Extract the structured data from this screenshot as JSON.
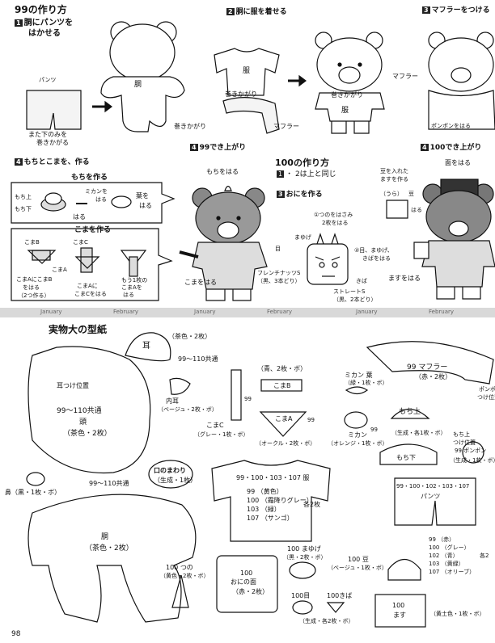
{
  "page_number": "98",
  "sec99": {
    "title": "99の作り方",
    "s1n": "1",
    "s1a": "胴にパンツを",
    "s1b": "はかせる",
    "s2n": "2",
    "s2": "胴に服を着せる",
    "s3n": "3",
    "s3": "マフラーをつける"
  },
  "labels": {
    "pants": "パンツ",
    "body": "胴",
    "fold1": "巻きかがり",
    "crotch1": "また下のみを",
    "crotch2": "巻きかがる",
    "fold2": "巻きかがり",
    "clothes": "服",
    "fold3": "巻きかがり",
    "muffler": "マフラー",
    "fold4": "巻きかがり",
    "clothes2": "服",
    "muffler2": "マフラー",
    "pompom": "ポンポンをはる"
  },
  "sec4": {
    "n": "4",
    "title": "もちとこまを、作る",
    "done99n": "4",
    "done99": "99でき上がり",
    "mochi_box": "もちを作る",
    "mochi_top": "もち上",
    "mochi_bot": "もち下",
    "paste1": "はる",
    "mikan": "ミカンを",
    "mikan2": "はる",
    "leaf": "葉を",
    "leaf2": "はる",
    "koma_box": "こまを作る",
    "komaB": "こまB",
    "komaC": "こまC",
    "komaA": "こまA",
    "komaAB1": "こまAにこまB",
    "komaAB2": "をはる",
    "komaAB3": "（2つ作る）",
    "komaA2a": "こまAに",
    "komaA2b": "こまCをはる",
    "koma3a": "もう1枚の",
    "koma3b": "こまAを",
    "koma3c": "はる",
    "mochi_paste": "もちをはる",
    "koma_paste": "こまをはる"
  },
  "sec100": {
    "title": "100の作り方",
    "n1": "1",
    "n2": "2",
    "same": "・ 2は上と同じ",
    "n3": "3",
    "oni": "おにを作る",
    "horn1": "①つのをはさみ",
    "horn2": "2枚をはる",
    "mayuge": "まゆげ",
    "me": "目",
    "french1": "フレンチナッツS",
    "french2": "（黒、3本どり）",
    "eye2a": "②目、まゆげ、",
    "eye2b": "きばをはる",
    "kiba": "きば",
    "straight1": "ストレートS",
    "straight2": "（黒、2本どり）",
    "done100n": "4",
    "done100": "100でき上がり",
    "mask": "面をはる",
    "bean1": "豆を入れた",
    "bean2": "ますを作る",
    "ura": "（うら）",
    "mame": "豆",
    "haru": "はる",
    "masu_paste": "ますをはる"
  },
  "band": {
    "words": [
      "January",
      "February",
      "January",
      "February",
      "January",
      "February"
    ]
  },
  "pattern": {
    "title": "実物大の型紙",
    "ear": "耳",
    "ear_note": "（茶色・2枚）",
    "common1": "99〜110共通",
    "ear_pos": "耳つけ位置",
    "head_common": "99〜110共通",
    "head": "頭",
    "head_color": "（茶色・2枚）",
    "inner_ear": "内耳",
    "inner_ear_note": "（ベージュ・2枚・ボ）",
    "nose": "鼻",
    "nose_note": "（黒・1枚・ボ）",
    "common2": "99〜110共通",
    "mouth1": "口のまわり",
    "mouth2": "（生成・1枚）",
    "trunk": "胴",
    "trunk_color": "（茶色・2枚）",
    "komaB_color": "（青、2枚・ボ）",
    "komaB": "こまB",
    "komaC": "こまC",
    "komaC_color": "（グレー・1枚・ボ）",
    "komaA": "こまA",
    "komaA_color": "（オークル・2枚・ボ）",
    "n99a": "99",
    "n99b": "99",
    "mikan": "ミカン",
    "leaf": "葉",
    "leaf_color": "（緑・1枚・ボ）",
    "mikan2": "ミカン",
    "mikan2_color": "（オレンジ・1枚・ボ）",
    "n99c": "99",
    "muffler_title": "99 マフラー",
    "muffler_color": "（赤・2枚）",
    "pompom_side": "ポンポン",
    "pompom_side2": "つけ位置",
    "mochi_up": "もち上",
    "mochi_colors": "（生成・各1枚・ボ）",
    "mochi_down": "もち下",
    "mochi_pos1": "もち上",
    "mochi_pos2": "つけ位置",
    "pompom_99": "99 ポンポン",
    "pompom_color": "（生成・1枚・ボ）",
    "clothes_title": "99・100・103・107 服",
    "c99": "99 （黄色）",
    "c100": "100 （霜降りグレー）",
    "c103": "103 （緑）",
    "c107": "107 （サンゴ）",
    "each2": "各2枚",
    "pants_title": "99・100・102・103・107",
    "pants": "パンツ",
    "p99": "99 （赤）",
    "p100": "100 （グレー）",
    "p102": "102 （青）",
    "p103": "103 （黄緑）",
    "p107": "107 （オリーブ）",
    "each2b": "各2",
    "horn100": "100 つの",
    "horn_color": "（黄色・2枚・ボ）",
    "oni_face": "100",
    "oni_face2": "おにの面",
    "oni_face_color": "（赤・2枚）",
    "mayu100": "100 まゆげ",
    "mayu_color": "（黒・2枚・ボ）",
    "bean100": "100 豆",
    "bean_color": "（ベージュ・1枚・ボ）",
    "eye100": "100目",
    "kiba100": "100きば",
    "eyekiba_color": "（生成・各2枚・ボ）",
    "masu_n": "100",
    "masu": "ます",
    "masu_color": "（黄土色・1枚・ボ）"
  }
}
